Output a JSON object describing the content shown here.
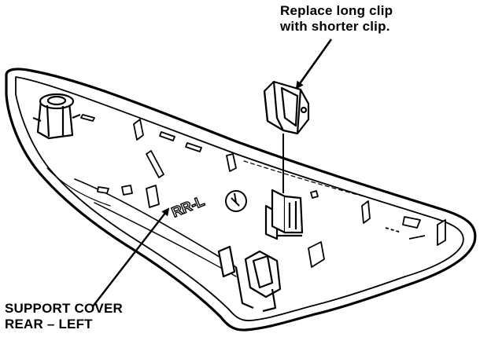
{
  "diagram": {
    "callout_clip": {
      "line1": "Replace long clip",
      "line2": "with shorter  clip."
    },
    "callout_part": {
      "line1": "SUPPORT COVER",
      "line2": "REAR – LEFT"
    },
    "molded_marking": "RR-L"
  }
}
